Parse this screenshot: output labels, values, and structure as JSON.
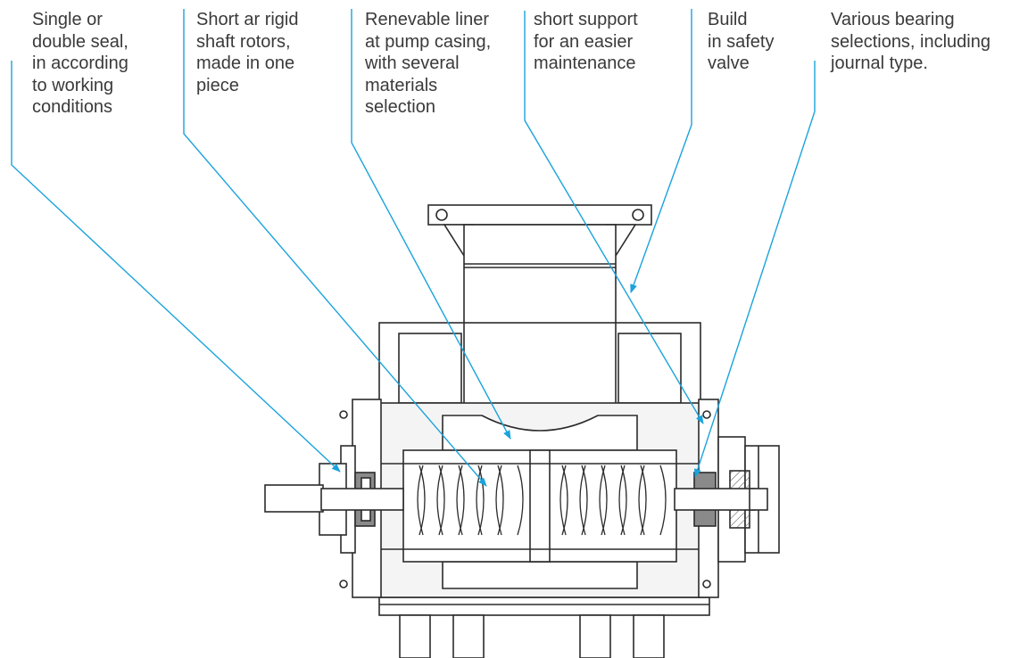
{
  "annotations": [
    {
      "id": "seal",
      "text": "Single or\ndouble seal,\nin according\nto working\nconditions"
    },
    {
      "id": "rotors",
      "text": "Short ar rigid\nshaft rotors,\nmade in one\npiece"
    },
    {
      "id": "liner",
      "text": "Renevable liner\nat pump casing,\nwith several\nmaterials\nselection"
    },
    {
      "id": "support",
      "text": "short support\nfor an easier\nmaintenance"
    },
    {
      "id": "valve",
      "text": "Build\nin safety\nvalve"
    },
    {
      "id": "bearing",
      "text": "Various bearing\nselections, including\njournal type."
    }
  ],
  "colors": {
    "leader": "#1aa3dc",
    "drawing": "#2b2b2b",
    "text": "#3a3a3a",
    "casing_fill": "#f4f4f4",
    "bearing_fill": "#8a8a8a"
  }
}
